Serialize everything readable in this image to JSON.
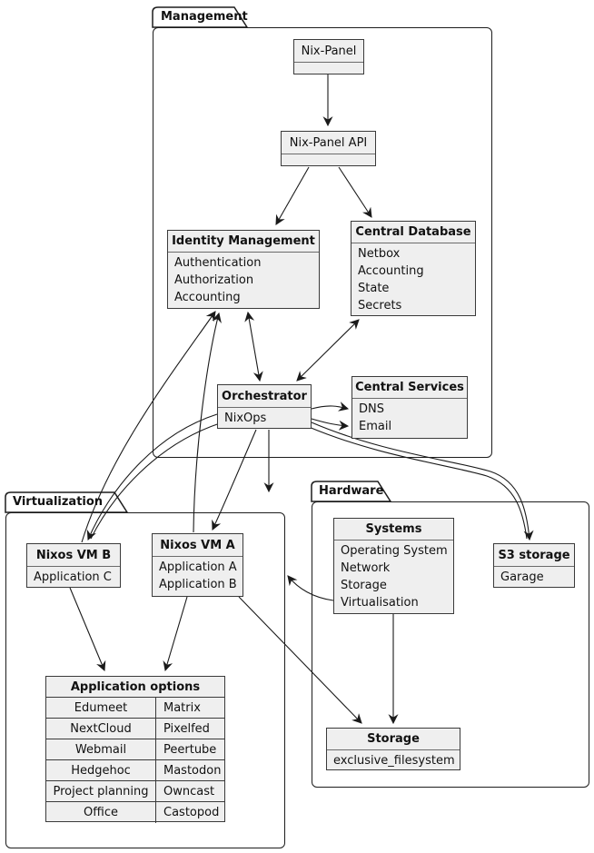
{
  "colors": {
    "background": "#ffffff",
    "box_fill": "#efefef",
    "box_border": "#3a3a3a",
    "package_border": "#1d1d1d",
    "line": "#1a1a1a",
    "text": "#111111"
  },
  "packages": {
    "management": {
      "title": "Management"
    },
    "virtualization": {
      "title": "Virtualization"
    },
    "hardware": {
      "title": "Hardware"
    }
  },
  "components": {
    "nix_panel": {
      "title": "Nix-Panel"
    },
    "nix_panel_api": {
      "title": "Nix-Panel API"
    },
    "identity_management": {
      "title": "Identity Management",
      "lines": [
        "Authentication",
        "Authorization",
        "Accounting"
      ]
    },
    "central_database": {
      "title": "Central Database",
      "lines": [
        "Netbox",
        "Accounting",
        "State",
        "Secrets"
      ]
    },
    "orchestrator": {
      "title": "Orchestrator",
      "lines": [
        "NixOps"
      ]
    },
    "central_services": {
      "title": "Central Services",
      "lines": [
        "DNS",
        "Email"
      ]
    },
    "nixos_vm_b": {
      "title": "Nixos VM B",
      "lines": [
        "Application C"
      ]
    },
    "nixos_vm_a": {
      "title": "Nixos VM A",
      "lines": [
        "Application A",
        "Application B"
      ]
    },
    "systems": {
      "title": "Systems",
      "lines": [
        "Operating System",
        "Network",
        "Storage",
        "Virtualisation"
      ]
    },
    "s3_storage": {
      "title": "S3 storage",
      "lines": [
        "Garage"
      ]
    },
    "storage": {
      "title": "Storage",
      "lines": [
        "exclusive_filesystem"
      ]
    },
    "application_options": {
      "title": "Application options",
      "rows": [
        [
          "Edumeet",
          "Matrix"
        ],
        [
          "NextCloud",
          "Pixelfed"
        ],
        [
          "Webmail",
          "Peertube"
        ],
        [
          "Hedgehoc",
          "Mastodon"
        ],
        [
          "Project planning",
          "Owncast"
        ],
        [
          "Office",
          "Castopod"
        ]
      ]
    }
  },
  "edges": [
    {
      "from": "nix_panel",
      "to": "nix_panel_api",
      "bidirectional": false
    },
    {
      "from": "nix_panel_api",
      "to": "identity_management",
      "bidirectional": false
    },
    {
      "from": "nix_panel_api",
      "to": "central_database",
      "bidirectional": false
    },
    {
      "from": "identity_management",
      "to": "orchestrator",
      "bidirectional": true
    },
    {
      "from": "central_database",
      "to": "orchestrator",
      "bidirectional": true
    },
    {
      "from": "orchestrator",
      "to": "central_services_dns",
      "bidirectional": false
    },
    {
      "from": "orchestrator",
      "to": "central_services_email",
      "bidirectional": false
    },
    {
      "from": "orchestrator",
      "to": "nixos_vm_a",
      "bidirectional": false
    },
    {
      "from": "orchestrator",
      "to": "nixos_vm_b",
      "bidirectional": false
    },
    {
      "from": "orchestrator",
      "to": "virtualization",
      "bidirectional": false
    },
    {
      "from": "orchestrator",
      "to": "s3_storage",
      "bidirectional": false
    },
    {
      "from": "nixos_vm_a",
      "to": "identity_management",
      "bidirectional": false
    },
    {
      "from": "nixos_vm_b",
      "to": "identity_management",
      "bidirectional": false
    },
    {
      "from": "nixos_vm_a",
      "to": "application_options",
      "bidirectional": false
    },
    {
      "from": "nixos_vm_b",
      "to": "application_options",
      "bidirectional": false
    },
    {
      "from": "nixos_vm_a",
      "to": "storage",
      "bidirectional": false
    },
    {
      "from": "systems",
      "to": "virtualization",
      "bidirectional": false
    },
    {
      "from": "systems",
      "to": "storage",
      "bidirectional": false
    }
  ]
}
